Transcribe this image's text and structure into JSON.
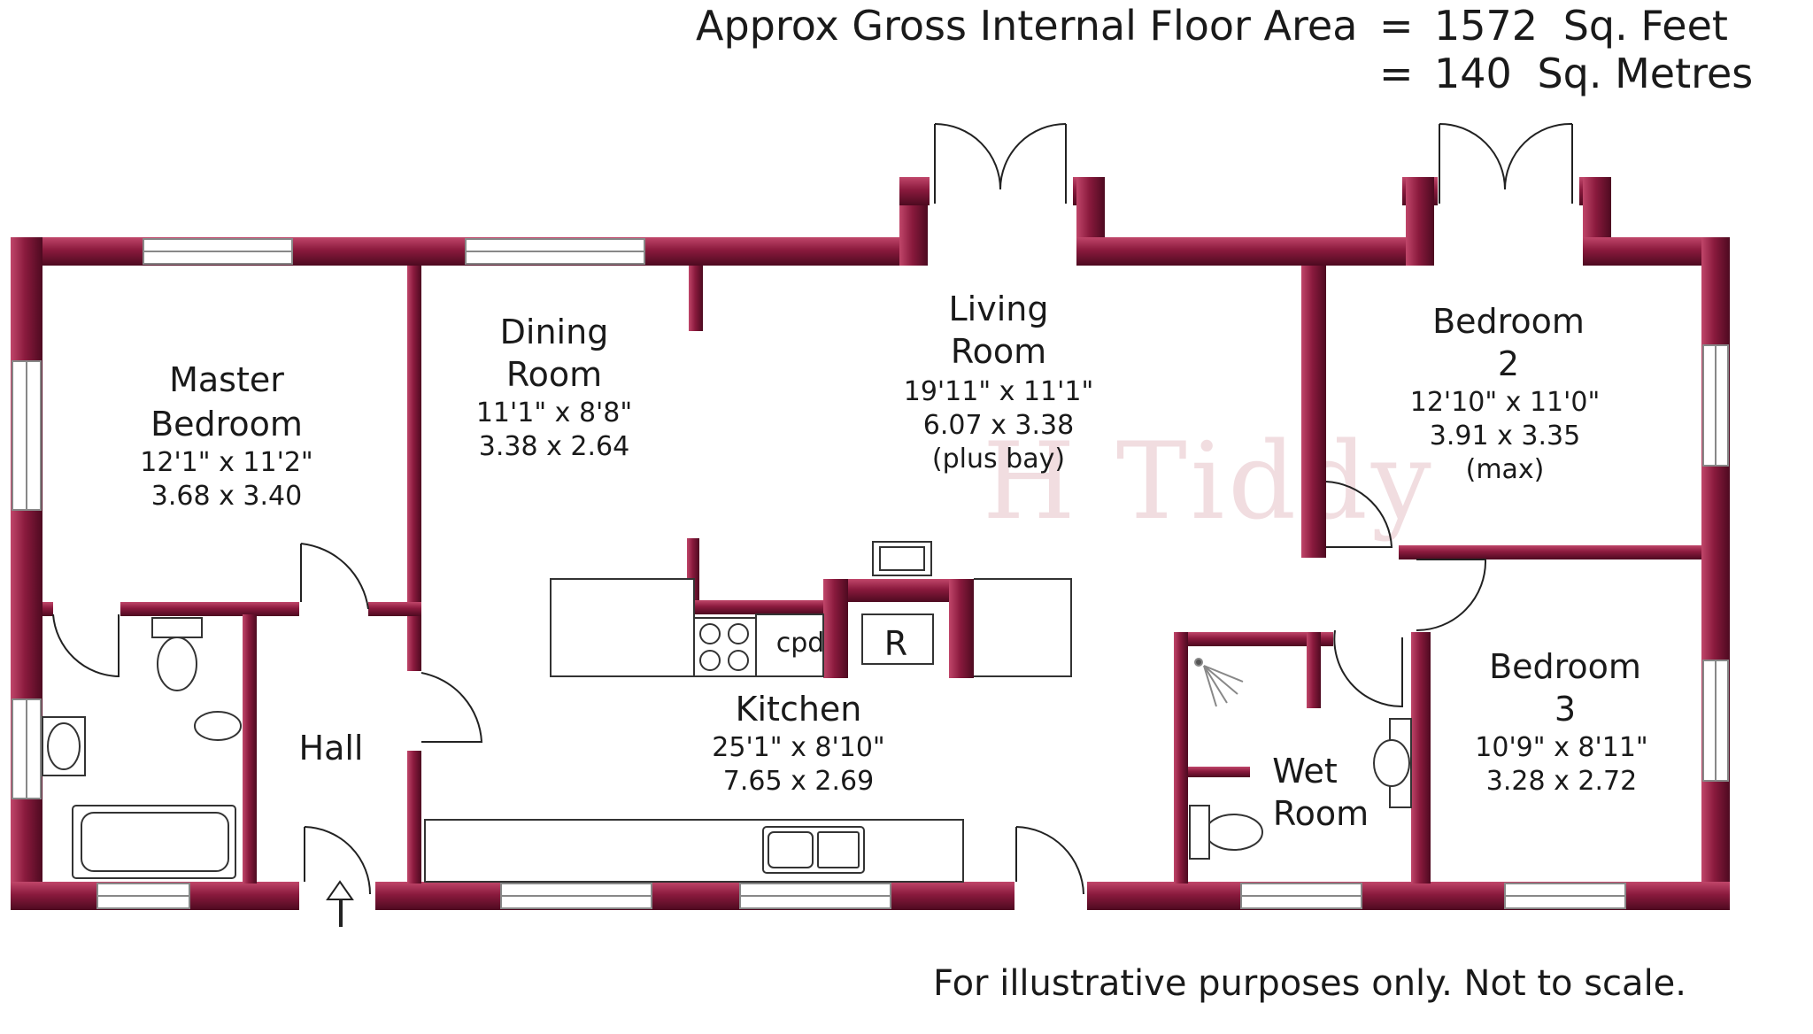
{
  "header": {
    "line1_label": "Approx Gross Internal Floor Area",
    "equals": "=",
    "area_sqft": "1572",
    "unit_sqft": "Sq. Feet",
    "area_sqm": "140",
    "unit_sqm": "Sq. Metres"
  },
  "watermark": "H Tiddy",
  "rooms": {
    "master": {
      "name1": "Master",
      "name2": "Bedroom",
      "imperial": "12'1\" x 11'2\"",
      "metric": "3.68 x 3.40"
    },
    "dining": {
      "name1": "Dining",
      "name2": "Room",
      "imperial": "11'1\" x 8'8\"",
      "metric": "3.38 x 2.64"
    },
    "living": {
      "name1": "Living",
      "name2": "Room",
      "imperial": "19'11\" x 11'1\"",
      "metric": "6.07 x 3.38",
      "note": "(plus bay)"
    },
    "bedroom2": {
      "name1": "Bedroom",
      "name2": "2",
      "imperial": "12'10\" x 11'0\"",
      "metric": "3.91 x 3.35",
      "note": "(max)"
    },
    "kitchen": {
      "name": "Kitchen",
      "imperial": "25'1\" x 8'10\"",
      "metric": "7.65 x 2.69",
      "cupboard": "cpd",
      "fridge": "R"
    },
    "hall": {
      "name": "Hall"
    },
    "wetroom": {
      "name1": "Wet",
      "name2": "Room"
    },
    "bedroom3": {
      "name1": "Bedroom",
      "name2": "3",
      "imperial": "10'9\" x 8'11\"",
      "metric": "3.28 x 2.72"
    }
  },
  "footer": "For illustrative purposes only. Not to scale.",
  "colors": {
    "wall": "#8a1a3d",
    "wall_highlight": "#c0466a",
    "wall_shadow": "#4d0a20",
    "window": "#ffffff"
  }
}
